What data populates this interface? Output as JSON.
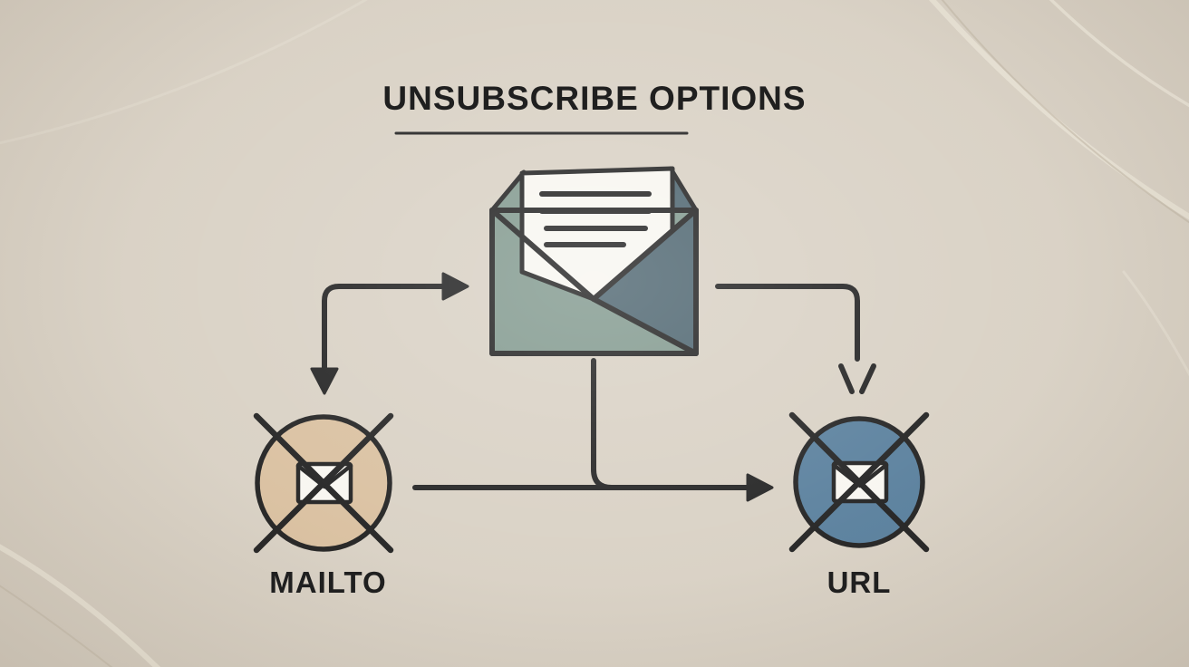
{
  "title": "UNSUBSCRIBE OPTIONS",
  "nodes": {
    "email_icon": "open-envelope-with-letter-icon",
    "mailto_label": "MAILTO",
    "url_label": "URL"
  },
  "colors": {
    "background": "#d8d0c3",
    "line": "#1e1e1e",
    "text": "#1f1f1f",
    "envelope_body": "#7f978c",
    "envelope_flap_right": "#4a626d",
    "letter": "#f8f6f0",
    "mailto_circle": "#d9bf9e",
    "url_circle": "#567d9b"
  }
}
